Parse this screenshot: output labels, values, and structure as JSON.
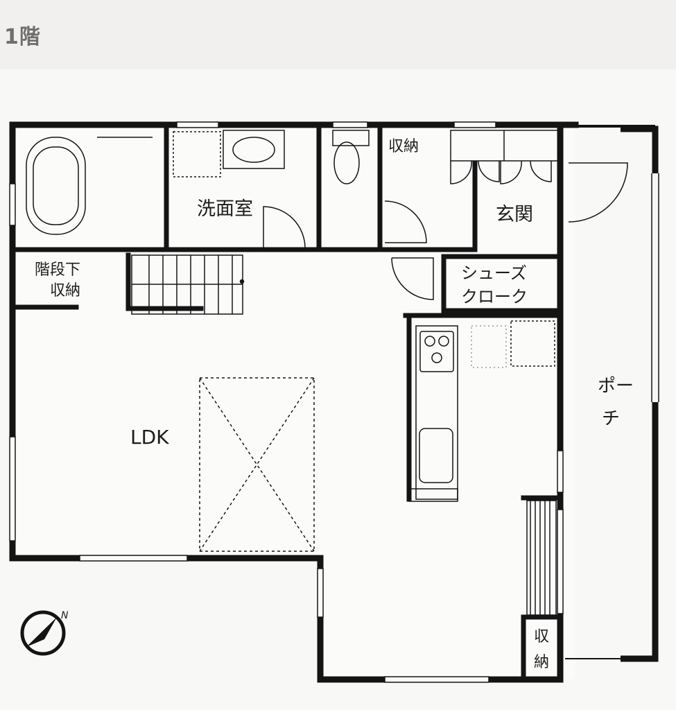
{
  "floor": {
    "title": "1階"
  },
  "rooms": {
    "washroom": "洗面室",
    "entrance": "玄関",
    "storage_top": "収納",
    "under_stair_line1": "階段下",
    "under_stair_line2": "収納",
    "shoe_line1": "シューズ",
    "shoe_line2": "クローク",
    "ldk": "LDK",
    "porch_line1": "ポー",
    "porch_line2": "チ",
    "storage_bottom_line1": "収",
    "storage_bottom_line2": "納"
  },
  "compass": {
    "label": "N"
  },
  "colors": {
    "wall": "#141414",
    "paper": "#f8f8f6",
    "background": "#f1f0ee"
  }
}
